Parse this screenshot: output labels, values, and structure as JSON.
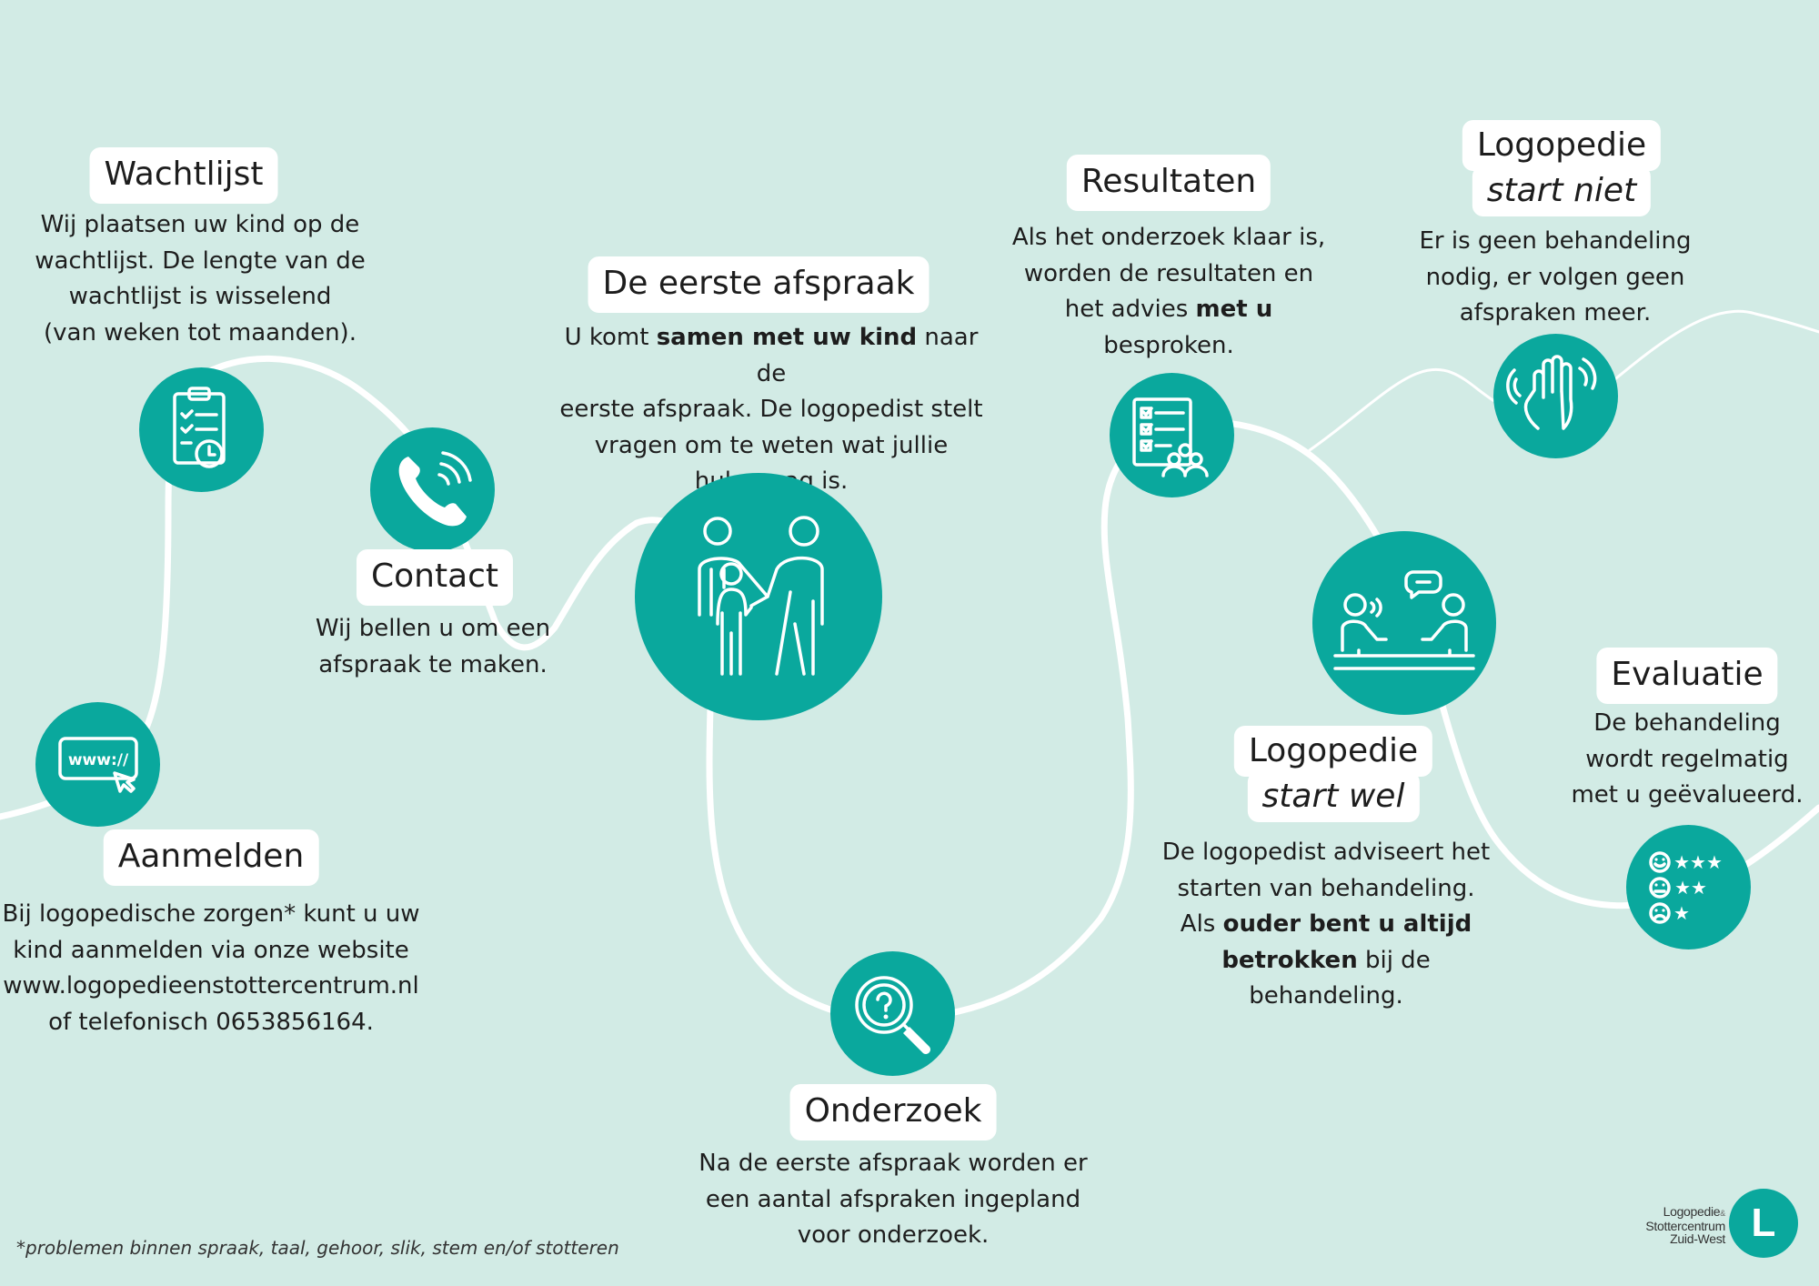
{
  "steps": {
    "aanmelden": {
      "title": "Aanmelden",
      "lines": [
        "Bij logopedische zorgen* kunt u uw",
        "kind aanmelden via onze website",
        "www.logopedieenstottercentrum.nl",
        "of telefonisch 0653856164."
      ],
      "icon": "website-icon",
      "icon_text": "www://"
    },
    "wachtlijst": {
      "title": "Wachtlijst",
      "lines": [
        "Wij plaatsen uw kind op de",
        "wachtlijst. De lengte van de",
        "wachtlijst is wisselend",
        "(van weken tot maanden)."
      ],
      "icon": "clipboard-clock-icon"
    },
    "contact": {
      "title": "Contact",
      "lines": [
        "Wij bellen u om een",
        "afspraak te maken."
      ],
      "icon": "phone-icon"
    },
    "eerste_afspraak": {
      "title": "De eerste afspraak",
      "line1_pre": "U komt ",
      "line1_bold": "samen met uw kind",
      "line1_post": " naar de",
      "line2": "eerste afspraak. De logopedist stelt",
      "line3": "vragen om te weten wat jullie",
      "line4": "hulpvraag is.",
      "icon": "handshake-people-icon"
    },
    "onderzoek": {
      "title": "Onderzoek",
      "lines": [
        "Na de eerste afspraak worden er",
        "een aantal afspraken ingepland",
        "voor onderzoek."
      ],
      "icon": "magnifier-question-icon"
    },
    "resultaten": {
      "title": "Resultaten",
      "line1": "Als het onderzoek klaar is,",
      "line2": "worden de resultaten en",
      "line3_pre": "het advies ",
      "line3_bold": "met u",
      "line4": "besproken.",
      "icon": "checklist-group-icon"
    },
    "start_wel": {
      "title_line1": "Logopedie",
      "title_line2": "start wel",
      "line1": "De logopedist adviseert het",
      "line2": "starten van behandeling.",
      "line3_pre": "Als ",
      "line3_bold": "ouder bent u altijd",
      "line4_bold": "betrokken",
      "line4_post": " bij de behandeling.",
      "icon": "conversation-table-icon"
    },
    "start_niet": {
      "title_line1": "Logopedie",
      "title_line2": "start niet",
      "lines": [
        "Er is geen behandeling",
        "nodig, er volgen geen",
        "afspraken meer."
      ],
      "icon": "waving-hand-icon"
    },
    "evaluatie": {
      "title": "Evaluatie",
      "lines": [
        "De behandeling",
        "wordt regelmatig",
        "met u geëvalueerd."
      ],
      "icon": "rating-faces-icon"
    }
  },
  "footnote": "*problemen binnen spraak, taal, gehoor, slik, stem en/of stotteren",
  "logo": {
    "line1": "Logopedie",
    "amp": "&",
    "line2": "Stottercentrum",
    "line3": "Zuid-West",
    "mark": "L"
  },
  "colors": {
    "background": "#d2ebe5",
    "accent": "#0aa89d",
    "path": "#ffffff"
  }
}
